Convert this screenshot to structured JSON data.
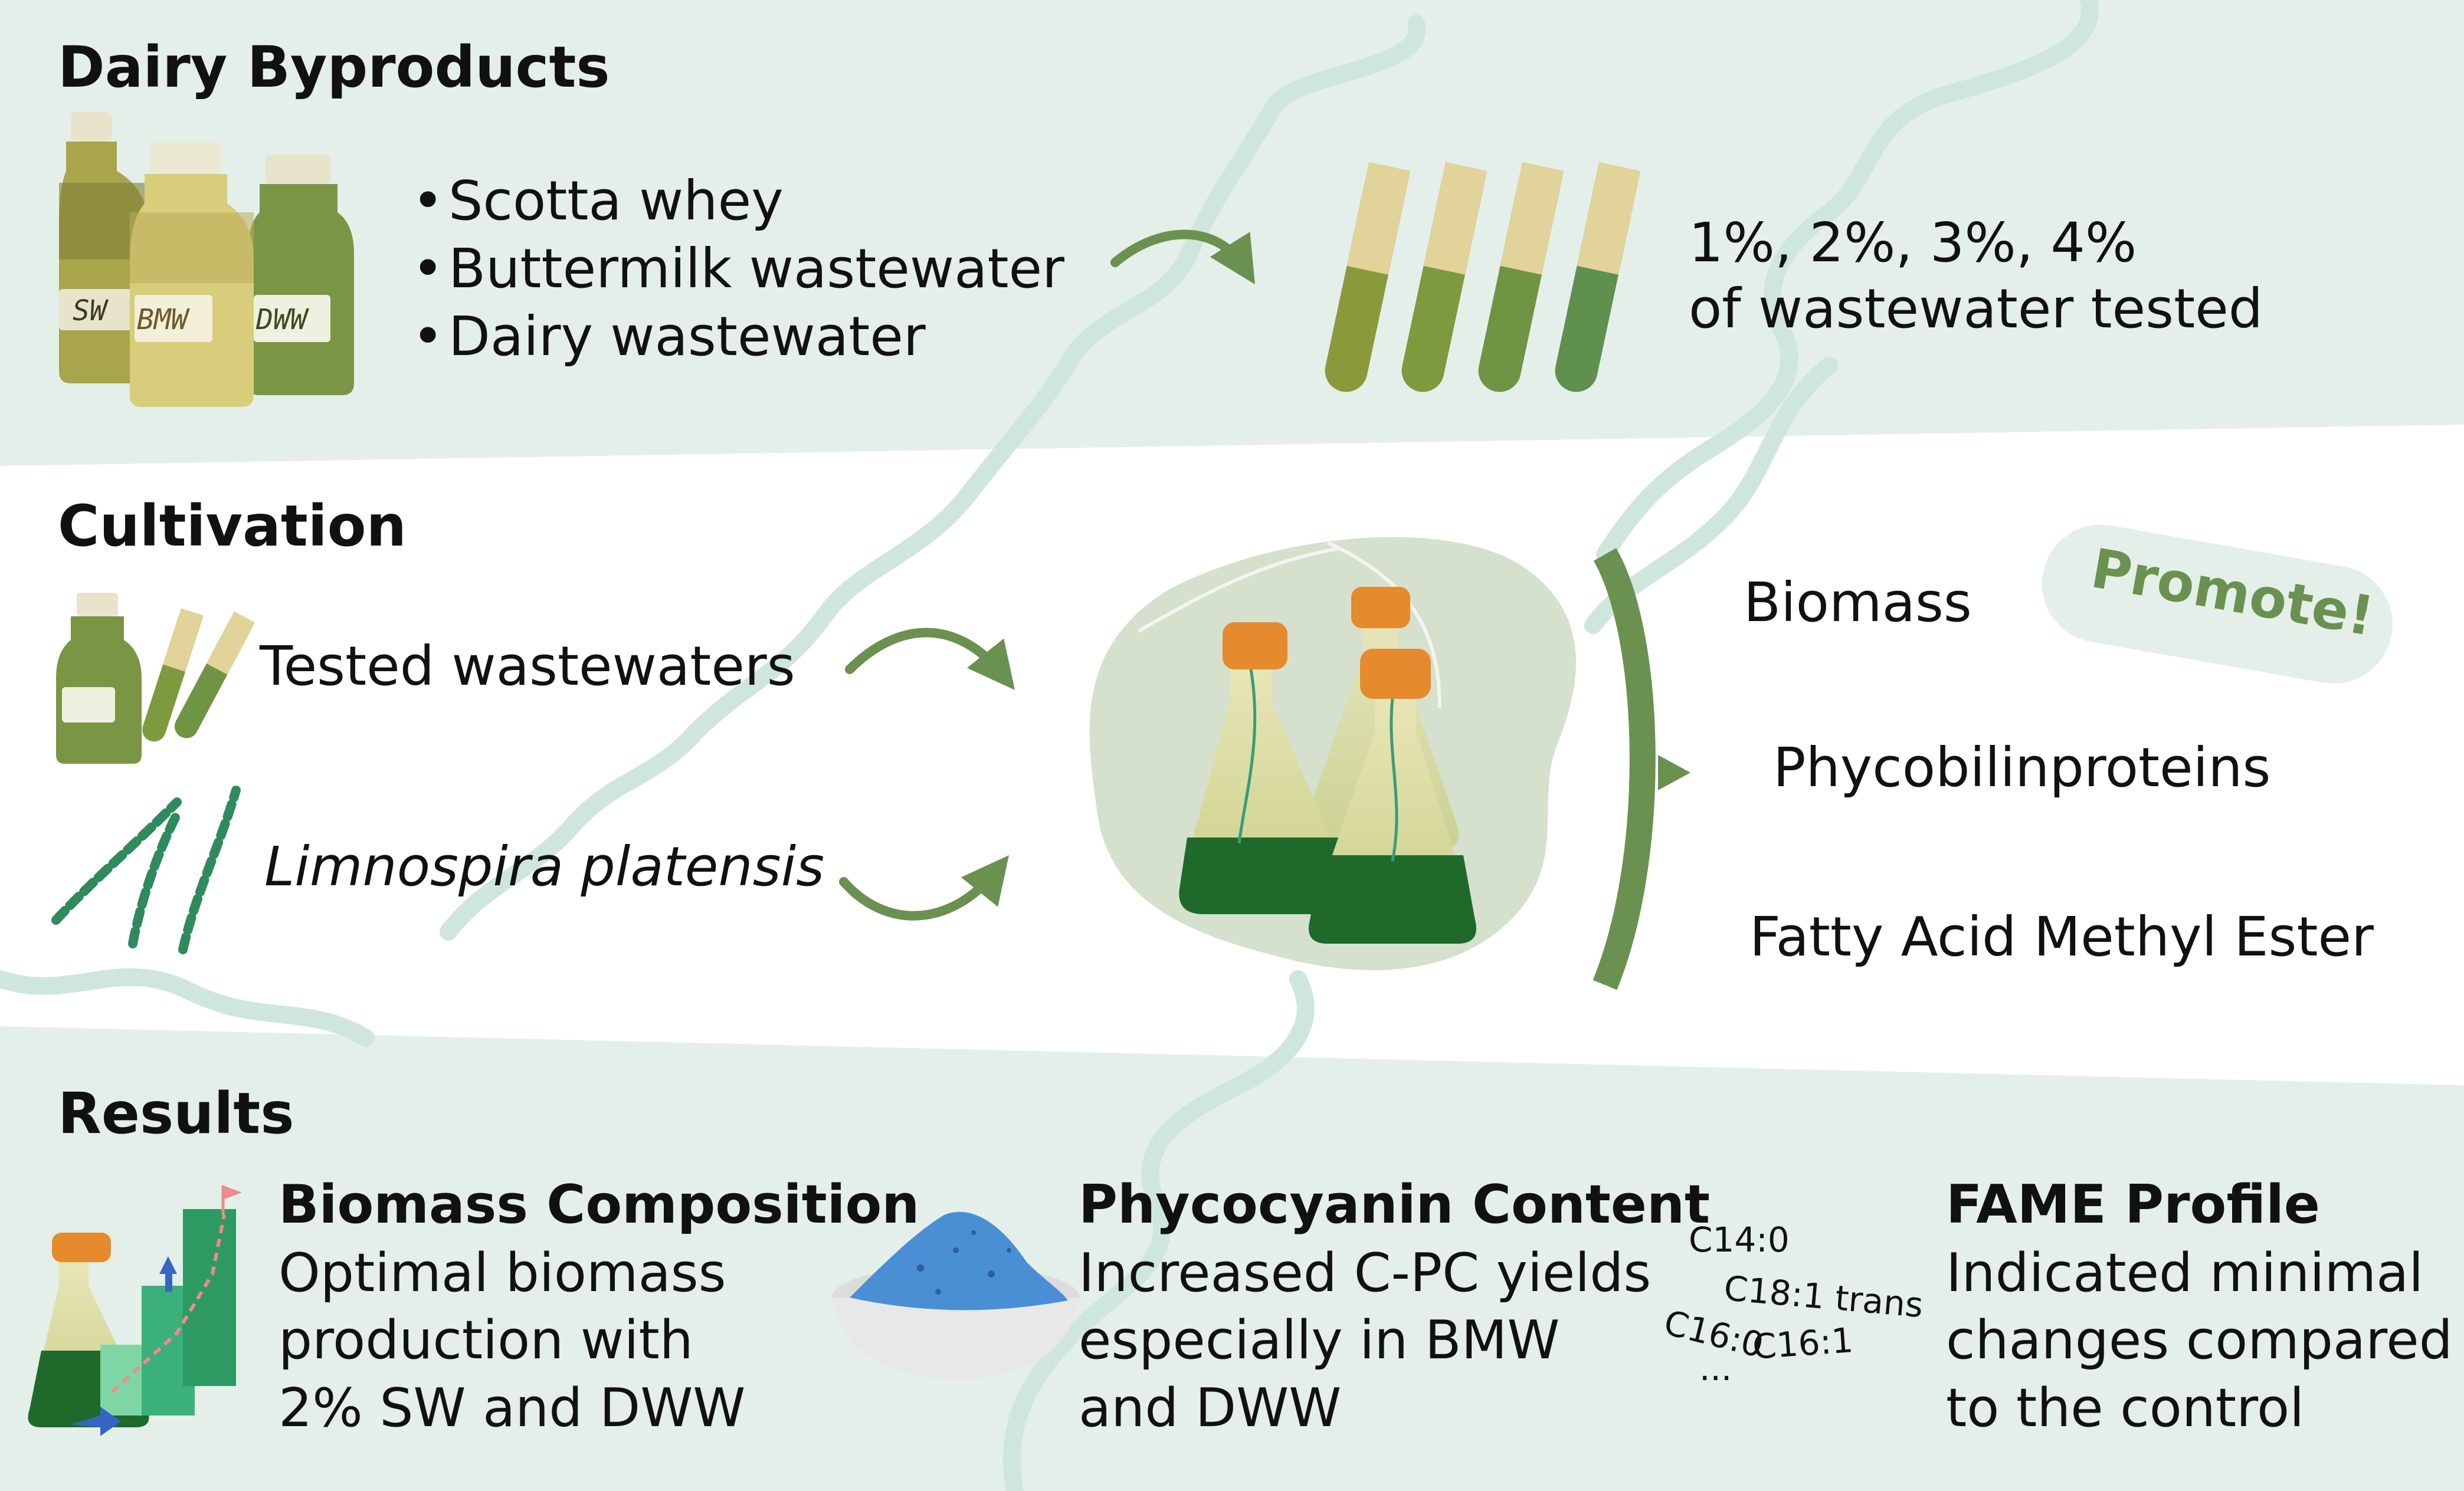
{
  "sections": {
    "dairy": {
      "title": "Dairy Byproducts",
      "bottle_labels": [
        "SW",
        "BMW",
        "DWW"
      ],
      "items": [
        "Scotta whey",
        "Buttermilk wastewater",
        "Dairy wastewater"
      ],
      "tested_line1": "1%, 2%, 3%, 4%",
      "tested_line2": "of wastewater tested"
    },
    "cultivation": {
      "title": "Cultivation",
      "input1": "Tested wastewaters",
      "input2": "Limnospira platensis",
      "outputs": [
        "Biomass",
        "Phycobilinproteins",
        "Fatty Acid Methyl Ester"
      ],
      "promote": "Promote!"
    },
    "results": {
      "title": "Results",
      "biomass": {
        "title": "Biomass Composition",
        "lines": [
          "Optimal biomass",
          "production with",
          "2% SW and DWW"
        ]
      },
      "phycocyanin": {
        "title": "Phycocyanin Content",
        "lines": [
          "Increased C-PC yields",
          "especially in BMW",
          "and DWW"
        ]
      },
      "fame": {
        "title": "FAME Profile",
        "lines": [
          "Indicated minimal",
          "changes compared",
          "to the control"
        ],
        "acids": [
          "C14:0",
          "C18:1 trans",
          "C16:0",
          "C16:1",
          "..."
        ]
      }
    }
  },
  "colors": {
    "band_light": "#e4efea",
    "band_white": "#ffffff",
    "accent_green": "#6a9150",
    "flask_orange": "#e68a2e",
    "powder_blue": "#4a8fd4"
  }
}
